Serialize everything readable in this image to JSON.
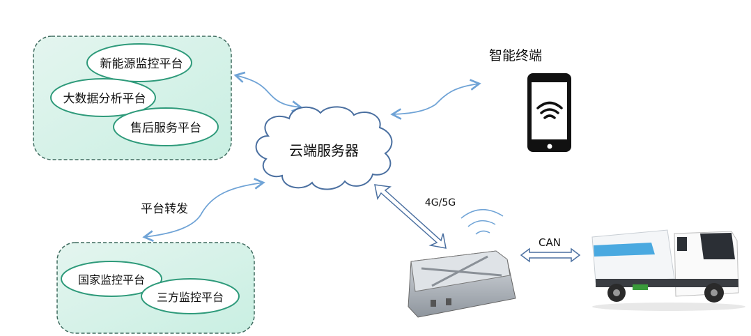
{
  "platforms_group": {
    "items": [
      "新能源监控平台",
      "大数据分析平台",
      "售后服务平台"
    ]
  },
  "gov_group": {
    "items": [
      "国家监控平台",
      "三方监控平台"
    ]
  },
  "cloud": {
    "label": "云端服务器"
  },
  "terminal": {
    "label": "智能终端"
  },
  "forward": {
    "label": "平台转发"
  },
  "network": {
    "label": "4G/5G"
  },
  "bus": {
    "label": "CAN"
  },
  "colors": {
    "group_fill": "#d8f3ea",
    "group_border": "#3f6b5f",
    "ellipse_border": "#2e9a7a",
    "arrow": "#6fa3d6",
    "cloud": "#4a6fa0"
  }
}
